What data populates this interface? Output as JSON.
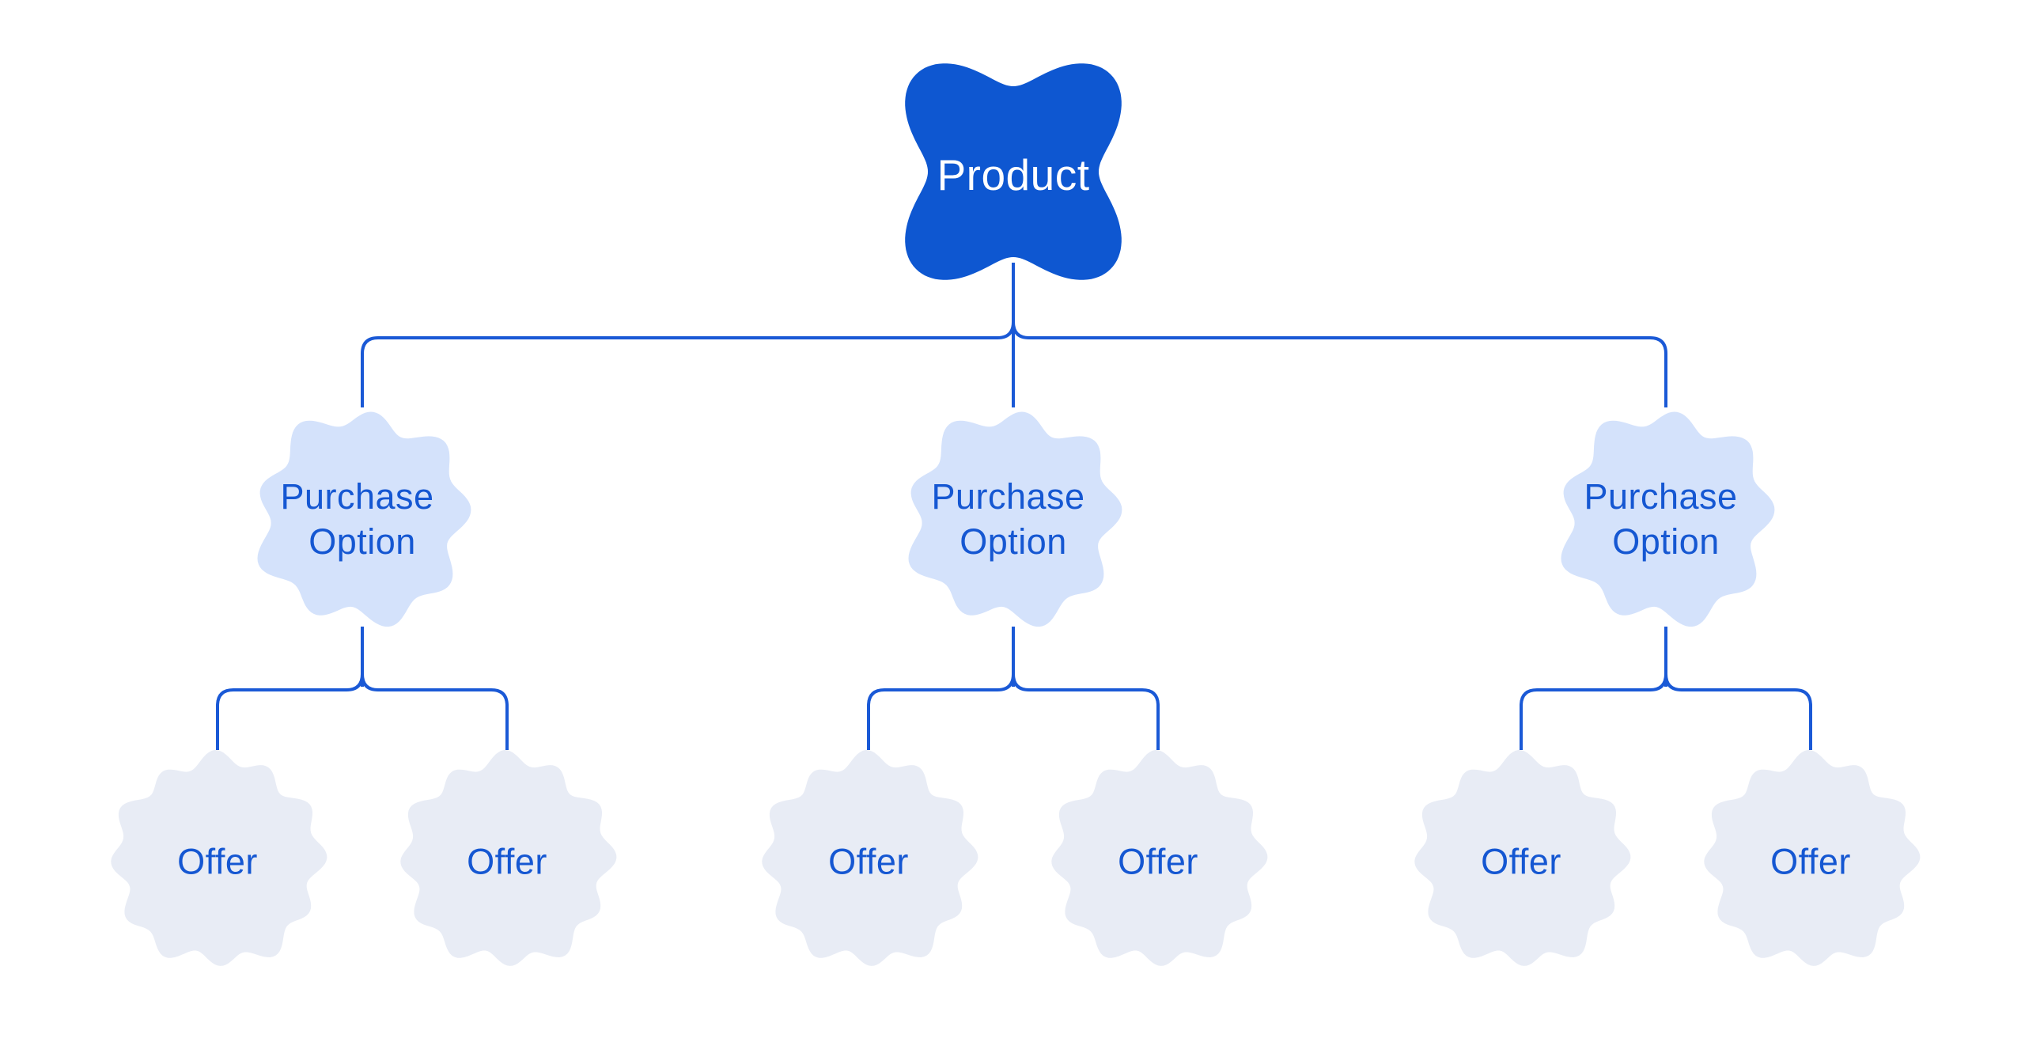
{
  "diagram": {
    "nodes": {
      "product": {
        "label": "Product"
      },
      "purchase_options": [
        {
          "line1": "Purchase",
          "line2": "Option"
        },
        {
          "line1": "Purchase",
          "line2": "Option"
        },
        {
          "line1": "Purchase",
          "line2": "Option"
        }
      ],
      "offers": [
        {
          "label": "Offer"
        },
        {
          "label": "Offer"
        },
        {
          "label": "Offer"
        },
        {
          "label": "Offer"
        },
        {
          "label": "Offer"
        },
        {
          "label": "Offer"
        }
      ]
    },
    "tree": {
      "root": "Product",
      "children": [
        {
          "label": "Purchase Option",
          "children": [
            "Offer",
            "Offer"
          ]
        },
        {
          "label": "Purchase Option",
          "children": [
            "Offer",
            "Offer"
          ]
        },
        {
          "label": "Purchase Option",
          "children": [
            "Offer",
            "Offer"
          ]
        }
      ]
    },
    "colors": {
      "background": "#ffffff",
      "product_fill": "#0e57d1",
      "product_text": "#ffffff",
      "purchase_fill": "#d4e2fb",
      "offer_fill": "#e8ecf5",
      "node_text_blue": "#1557d2",
      "connector": "#1a59d6"
    }
  }
}
